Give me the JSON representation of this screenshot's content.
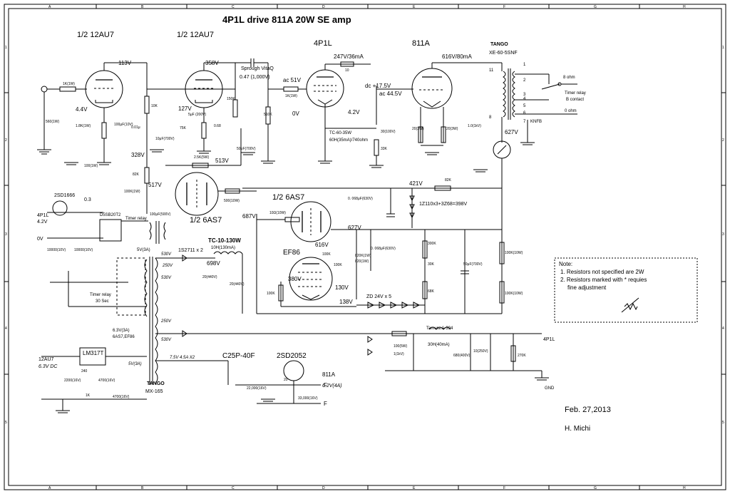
{
  "title": "4P1L drive 811A 20W SE amp",
  "frame": {
    "cols": [
      "A",
      "B",
      "C",
      "D",
      "E",
      "F",
      "G",
      "H"
    ],
    "rows": [
      "1",
      "2",
      "3",
      "4",
      "5"
    ]
  },
  "tubes": {
    "v1": "1/2 12AU7",
    "v2": "1/2 12AU7",
    "v3": "4P1L",
    "v4": "811A",
    "v5": "1/2  6AS7",
    "v6": "1/2  6AS7",
    "v7": "EF86"
  },
  "labels": {
    "v113": "113V",
    "v358": "358V",
    "sprough": "Sprough VitaQ",
    "sprough_val": "0.47 (1,000V)",
    "v247": "247V/36mA",
    "v616a": "616V/80mA",
    "tango_out": "TANGO",
    "tango_out_model": "XE-60-5SNF",
    "ac51": "ac 51V",
    "dc175": "dc +17.5V",
    "ac445": "ac 44.5V",
    "v44": "4.4V",
    "v127": "127V",
    "v0": "0V",
    "v42": "4.2V",
    "tc60": "TC-60-35W",
    "tc60b": "60H(35mA)/740ohm",
    "v627a": "627V",
    "v328": "328V",
    "v513": "513V",
    "v517": "517V",
    "v421": "421V",
    "zener": "1Z110x3+3Z68=398V",
    "v687": "687V",
    "v627b": "627V",
    "v616b": "616V",
    "v380": "380V",
    "v130": "130V",
    "v138": "138V",
    "v698": "698V",
    "zd": "ZD 24V x 5",
    "tc10": "TC-10-130W",
    "tc10b": "10H(130mA)",
    "is2711": "1S2711 x 2",
    "sd1666": "2SD1666",
    "p3": "0.3",
    "fil_4p1l": "4P1L",
    "fil_42": "4.2V",
    "fil_0v": "0V",
    "dssb": "D5SB20T2",
    "timer1": "Timer relay",
    "v5": "5V(3A)",
    "timer2": "Timer relay",
    "timer2b": "30 Sec",
    "v530a": "530V",
    "v530b": "530V",
    "v530c": "530V",
    "v250a": "250V",
    "v250b": "250V",
    "h63": "6.3V(3A)",
    "h63b": "6AS7,EF86",
    "v5b": "5V(3A)",
    "lm317": "LM317T",
    "au7": "12AU7",
    "au7v": "6.3V DC",
    "tango_pt": "TANGO",
    "tango_pt_model": "MX-165",
    "sec75": "7.5V 4.5A X2",
    "c25p": "C25P-40F",
    "sd2052": "2SD2052",
    "f1": "F",
    "f2": "F",
    "a811": "811A",
    "a811v": "6.2V(4A)",
    "tamura": "Tamura A-394",
    "choke30": "30H(40mA)",
    "out4p1l": "4P1L",
    "gnd": "GND",
    "ohm8": "8 ohm",
    "ohm0": "0 ohm",
    "timer3": "Timer relay",
    "bcontact": "B contact",
    "knfb": "KNFB",
    "pin11": "11",
    "pin1": "1",
    "pin2": "2",
    "pin3": "3",
    "pin4": "4",
    "pin5": "5",
    "pin6": "6",
    "pin7": "7",
    "pin8": "8",
    "note_title": "Note:",
    "note1": "1. Resistors not specified are 2W",
    "note2": "2. Resistors marked with * requies",
    "note3": "fine adjustment",
    "date": "Feb. 27,2013",
    "author": "H. Michi"
  },
  "components": {
    "r1k1w": "1K(1W)",
    "r560": "560(1W)",
    "r18k": "1.8K(1W)",
    "c100u": "100μF(10V)",
    "r100": "100(1W)",
    "r10ka": "10K",
    "c01a": "0.01μ",
    "c10u700": "10μF(700V)",
    "c5u": "5μF (200V)",
    "r75k": "75K",
    "c068": "0.68",
    "r150k": "150K",
    "r510k": "510K",
    "c50u700": "50μF(700V)",
    "r1k1w2": "1K(1W)",
    "c30u": "30(100V)",
    "r33k": "33K",
    "r10": "10",
    "r20a": "20(3W)",
    "r20b": "20(3W)",
    "c10kv": "1.0(1kV)",
    "r82k": "82K",
    "r100k1w": "100K(1W)",
    "r25k": "2.5K(5W)",
    "r500": "500(10W)",
    "c100u500": "100μF(500V)",
    "c068b": "0. 068μF(630V)",
    "r100_10w": "10Ω(10W)",
    "r82k2": "82K",
    "c068c": "0. 068μF(630V)",
    "r100k": "100K",
    "r300k": "300K",
    "r30k": "30K",
    "r68k": "68K",
    "c50u700b": "50μF(700V)",
    "r100k10w": "100K(10W)",
    "r100k10w2": "100K(10W)",
    "r100k2": "100K",
    "r100k3": "100K",
    "r820k": "820K(1W)",
    "c20u": "20(440V)",
    "c20u2": "20(440V)",
    "c10000a": "10000(10V)",
    "c10000b": "10000(10V)",
    "r100_5w": "100(5W)",
    "c1kv": "1(1kV)",
    "c680": "680(400V)",
    "c10_250": "10(250V)",
    "r270k": "270K",
    "r240": "240",
    "r1k": "1K",
    "c4700": "4700(16V)",
    "c4700b": "4700(16V)",
    "c2200": "2200(16V)",
    "c22000": "22,000(16V)",
    "c33000": "33,000(16V)",
    "r20": "20",
    "c820": "820(1W)"
  }
}
